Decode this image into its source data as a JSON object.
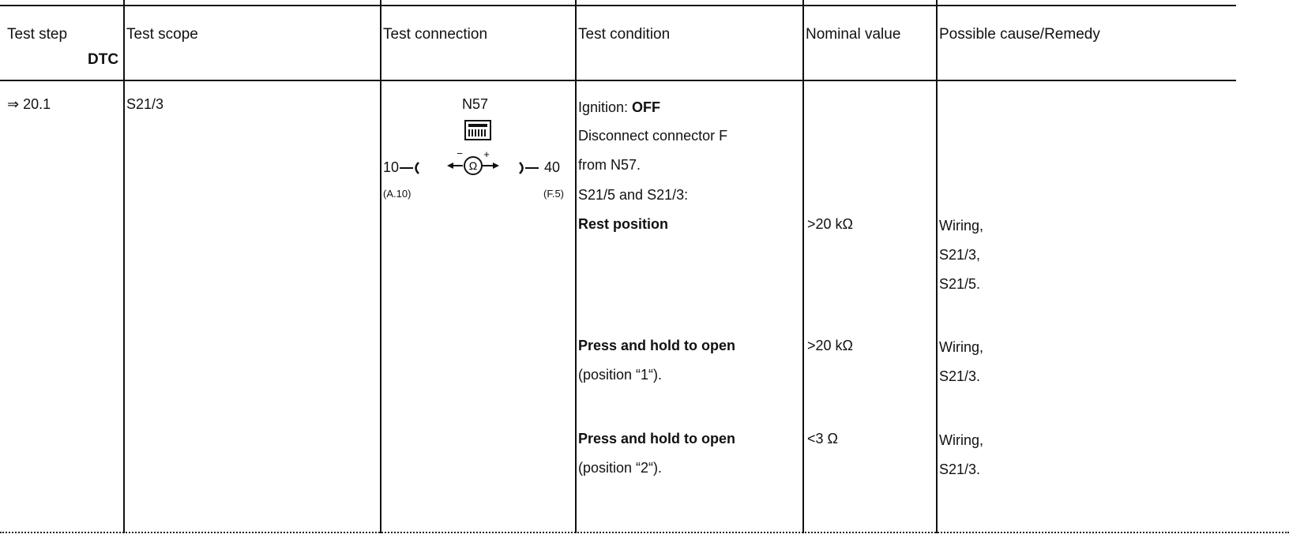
{
  "table": {
    "headers": {
      "test_step": "Test step",
      "dtc": "DTC",
      "test_scope": "Test scope",
      "test_connection": "Test connection",
      "test_condition": "Test condition",
      "nominal_value": "Nominal value",
      "remedy": "Possible cause/Remedy"
    },
    "row": {
      "test_step": "⇒ 20.1",
      "test_scope": "S21/3",
      "connection": {
        "module": "N57",
        "left_pin": "10",
        "right_pin": "40",
        "left_ref": "(A.10)",
        "right_ref": "(F.5)",
        "meter_symbol": "Ω",
        "meter_minus": "−",
        "meter_plus": "+",
        "module_icon": "control-unit-icon",
        "meter_icon": "ohmmeter-icon"
      },
      "conditions": {
        "ignition_label": "Ignition: ",
        "ignition_value": "OFF",
        "disconnect_line1": "Disconnect connector F",
        "disconnect_line2": "from N57.",
        "switches": "S21/5 and S21/3:",
        "steps": [
          {
            "action": "Rest position",
            "note": "",
            "nominal": ">20 kΩ",
            "remedy": [
              "Wiring,",
              "S21/3,",
              "S21/5."
            ]
          },
          {
            "action": "Press and hold to open",
            "note": "(position “1“).",
            "nominal": ">20 kΩ",
            "remedy": [
              "Wiring,",
              "S21/3."
            ]
          },
          {
            "action": "Press and hold to open",
            "note": "(position “2“).",
            "nominal": "<3 Ω",
            "remedy": [
              "Wiring,",
              "S21/3."
            ]
          }
        ]
      }
    }
  }
}
